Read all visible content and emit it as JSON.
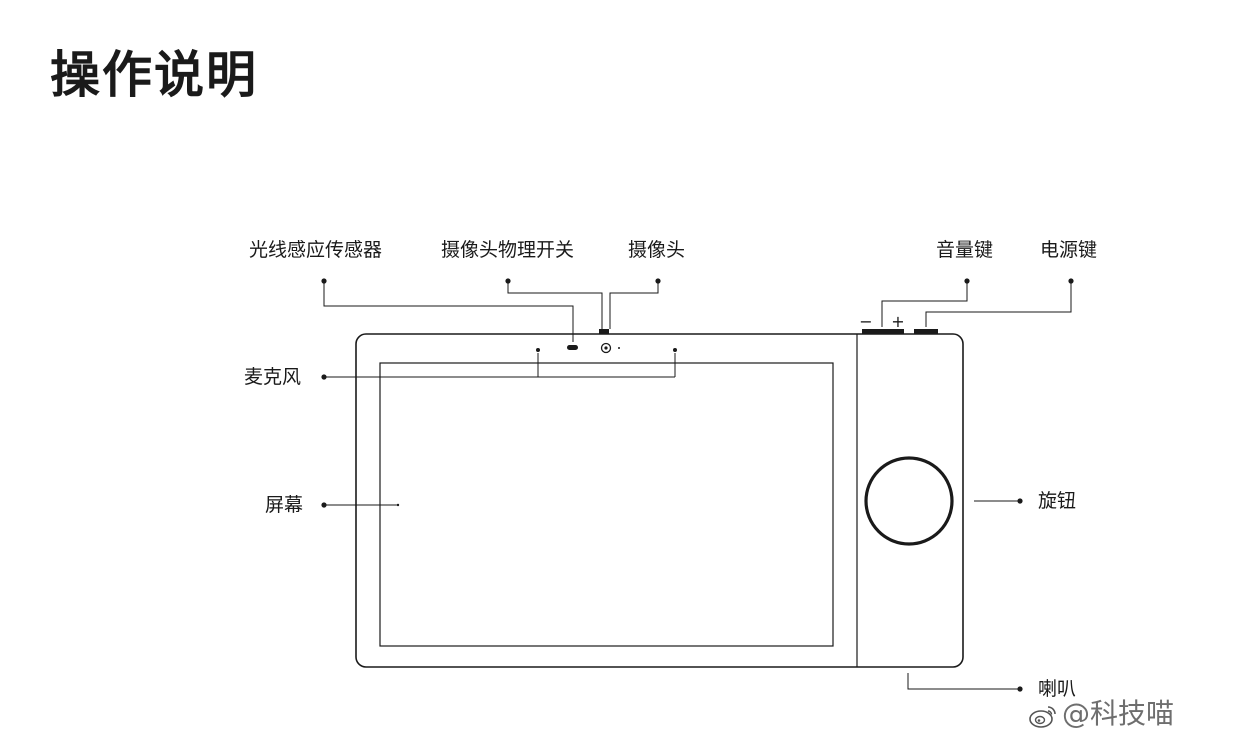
{
  "title": "操作说明",
  "labels": {
    "light_sensor": "光线感应传感器",
    "camera_switch": "摄像头物理开关",
    "camera": "摄像头",
    "volume_keys": "音量键",
    "power_key": "电源键",
    "microphone": "麦克风",
    "screen": "屏幕",
    "knob": "旋钮",
    "speaker": "喇叭"
  },
  "volume_symbols": {
    "minus": "−",
    "plus": "+"
  },
  "watermark": {
    "text": "@科技喵",
    "icon": "weibo-icon"
  },
  "colors": {
    "line": "#1a1a1a",
    "text": "#1a1a1a",
    "background": "#ffffff"
  }
}
